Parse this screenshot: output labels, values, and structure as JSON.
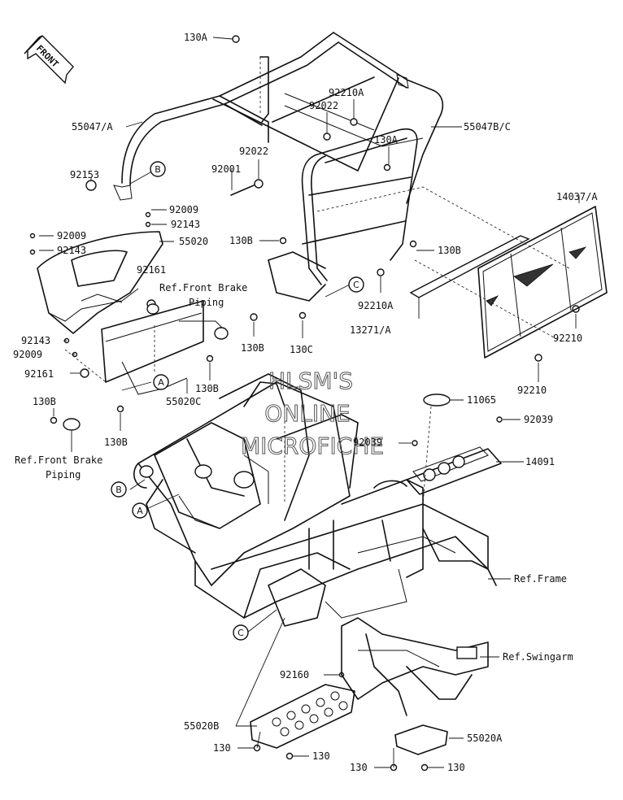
{
  "orientation": {
    "label": "FRONT"
  },
  "watermark": {
    "line1": "HLSM'S",
    "line2": "ONLINE",
    "line3": "MICROFICHE"
  },
  "callouts": {
    "A": "A",
    "B": "B",
    "C": "C"
  },
  "parts": [
    {
      "id": "p130A_top",
      "text": "130A"
    },
    {
      "id": "p55047A",
      "text": "55047/A"
    },
    {
      "id": "p92210A_top",
      "text": "92210A"
    },
    {
      "id": "p92022_a",
      "text": "92022"
    },
    {
      "id": "p55047BC",
      "text": "55047B/C"
    },
    {
      "id": "p130A_mid",
      "text": "130A"
    },
    {
      "id": "p92022_b",
      "text": "92022"
    },
    {
      "id": "p92001",
      "text": "92001"
    },
    {
      "id": "p92153",
      "text": "92153"
    },
    {
      "id": "p92009_a",
      "text": "92009"
    },
    {
      "id": "p92143_a",
      "text": "92143"
    },
    {
      "id": "p92009_b",
      "text": "92009"
    },
    {
      "id": "p55020",
      "text": "55020"
    },
    {
      "id": "p92143_b",
      "text": "92143"
    },
    {
      "id": "p14037A",
      "text": "14037/A"
    },
    {
      "id": "p130B_a",
      "text": "130B"
    },
    {
      "id": "p130B_b",
      "text": "130B"
    },
    {
      "id": "p92161_a",
      "text": "92161"
    },
    {
      "id": "ref_front_brake_1a",
      "text": "Ref.Front Brake"
    },
    {
      "id": "ref_front_brake_1b",
      "text": "Piping"
    },
    {
      "id": "p92210A_mid",
      "text": "92210A"
    },
    {
      "id": "p13271A",
      "text": "13271/A"
    },
    {
      "id": "p92210_a",
      "text": "92210"
    },
    {
      "id": "p92143_c",
      "text": "92143"
    },
    {
      "id": "p92009_c",
      "text": "92009"
    },
    {
      "id": "p130B_c",
      "text": "130B"
    },
    {
      "id": "p130C",
      "text": "130C"
    },
    {
      "id": "p92161_b",
      "text": "92161"
    },
    {
      "id": "p130B_d",
      "text": "130B"
    },
    {
      "id": "p55020C",
      "text": "55020C"
    },
    {
      "id": "p92210_b",
      "text": "92210"
    },
    {
      "id": "p130B_e",
      "text": "130B"
    },
    {
      "id": "p11065",
      "text": "11065"
    },
    {
      "id": "p92039_a",
      "text": "92039"
    },
    {
      "id": "p130B_f",
      "text": "130B"
    },
    {
      "id": "p92039_b",
      "text": "92039"
    },
    {
      "id": "ref_front_brake_2a",
      "text": "Ref.Front Brake"
    },
    {
      "id": "ref_front_brake_2b",
      "text": "Piping"
    },
    {
      "id": "p14091",
      "text": "14091"
    },
    {
      "id": "ref_frame",
      "text": "Ref.Frame"
    },
    {
      "id": "ref_swingarm",
      "text": "Ref.Swingarm"
    },
    {
      "id": "p92160",
      "text": "92160"
    },
    {
      "id": "p55020B",
      "text": "55020B"
    },
    {
      "id": "p55020A",
      "text": "55020A"
    },
    {
      "id": "p130_a",
      "text": "130"
    },
    {
      "id": "p130_b",
      "text": "130"
    },
    {
      "id": "p130_c",
      "text": "130"
    },
    {
      "id": "p130_d",
      "text": "130"
    }
  ]
}
